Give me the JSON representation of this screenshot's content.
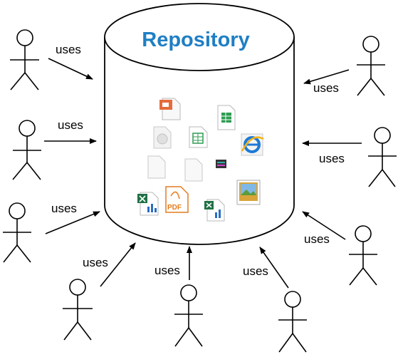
{
  "repository": {
    "title": "Repository"
  },
  "relation_label": "uses",
  "actors": [
    {
      "id": "left-top",
      "label": "uses"
    },
    {
      "id": "left-mid",
      "label": "uses"
    },
    {
      "id": "left-low",
      "label": "uses"
    },
    {
      "id": "bottom-left",
      "label": "uses"
    },
    {
      "id": "bottom-mid",
      "label": "uses"
    },
    {
      "id": "bottom-right",
      "label": "uses"
    },
    {
      "id": "right-low",
      "label": "uses"
    },
    {
      "id": "right-mid",
      "label": "uses"
    },
    {
      "id": "right-top",
      "label": "uses"
    }
  ],
  "file_icons": [
    "powerpoint-icon",
    "spreadsheet-doc-icon",
    "image-file-icon",
    "sheet-icon",
    "internet-explorer-icon",
    "blank-document-icon",
    "blank-document-icon",
    "media-file-icon",
    "excel-chart-icon",
    "pdf-icon",
    "excel-chart-icon",
    "picture-icon"
  ],
  "icon_labels": {
    "pdf": "PDF"
  },
  "colors": {
    "title": "#1f7fc4",
    "pdf": "#e47c1e",
    "excel": "#1e7145"
  }
}
